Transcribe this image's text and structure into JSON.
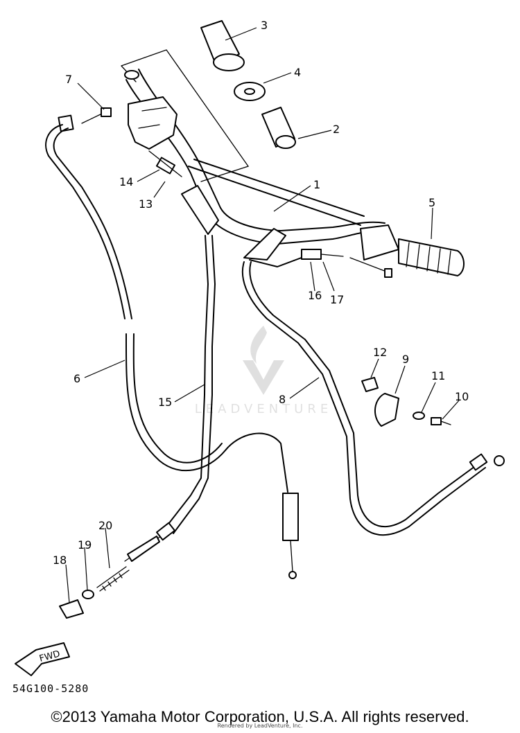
{
  "diagram": {
    "part_code": "54G100-5280",
    "fwd_label": "FWD",
    "callouts": [
      "1",
      "2",
      "3",
      "4",
      "5",
      "6",
      "7",
      "8",
      "9",
      "10",
      "11",
      "12",
      "13",
      "14",
      "15",
      "16",
      "17",
      "18",
      "19",
      "20"
    ],
    "copyright": "©2013 Yamaha Motor Corporation, U.S.A. All rights reserved.",
    "rendered_by": "Rendered by LeadVenture, Inc.",
    "watermark": "LEADVENTURE"
  }
}
